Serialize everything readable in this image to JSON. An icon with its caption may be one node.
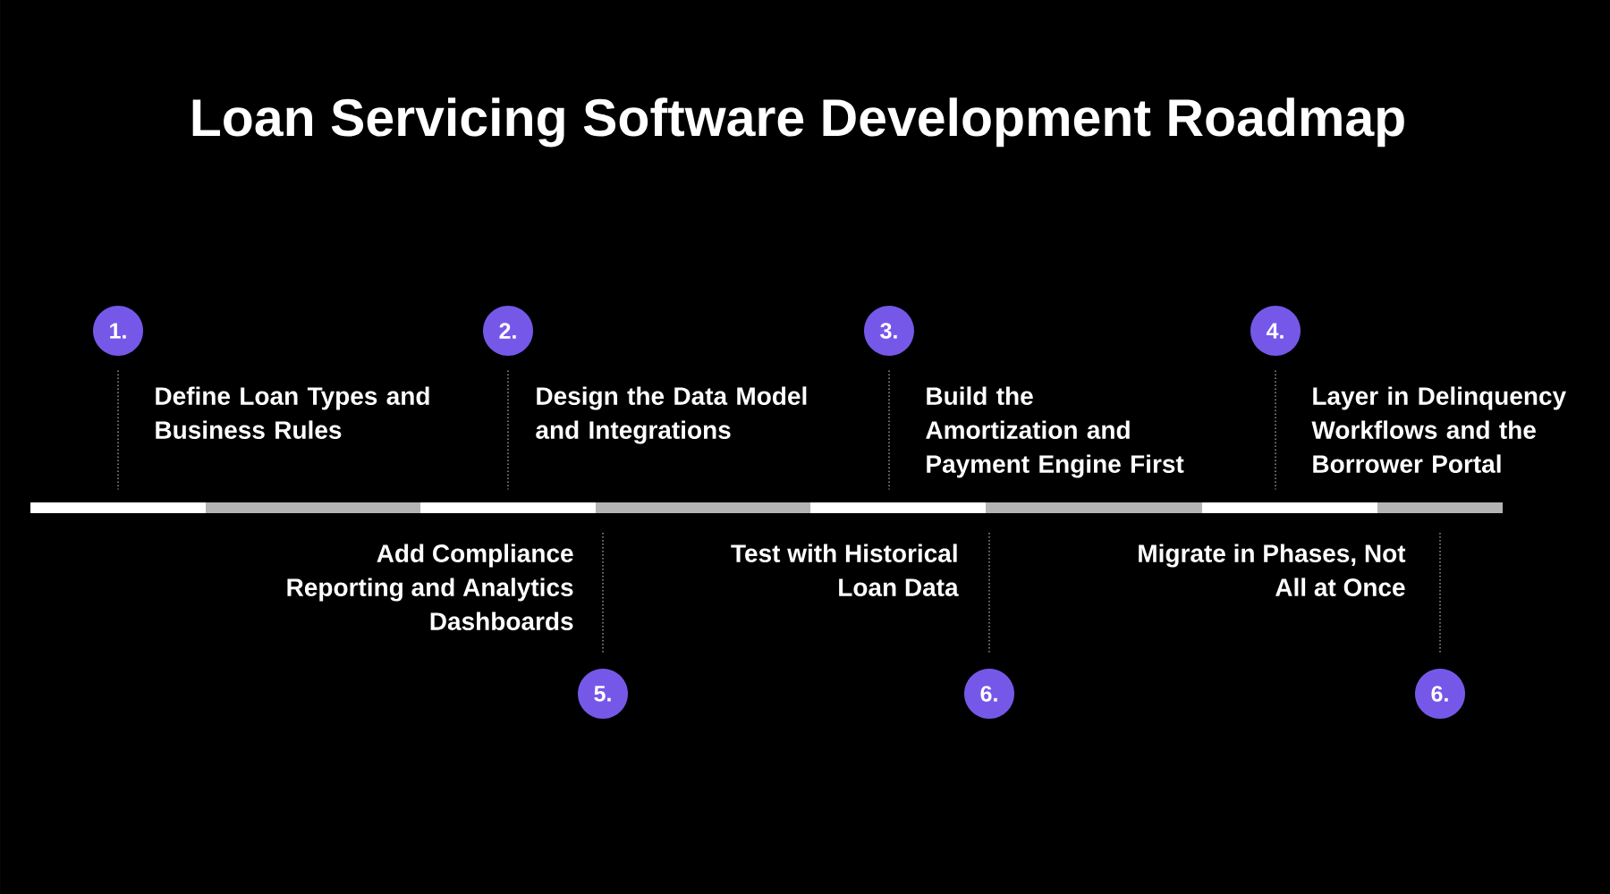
{
  "diagram": {
    "title": "Loan Servicing Software Development Roadmap",
    "nodes": [
      {
        "text": [
          "1."
        ],
        "beside": [
          "Define Loan Types and Business Rules"
        ]
      },
      {
        "text": [
          "2."
        ],
        "beside": [
          "Design the Data Model and Integrations"
        ]
      },
      {
        "text": [
          "3."
        ],
        "beside": [
          "Build the Amortization and Payment Engine First"
        ]
      },
      {
        "text": [
          "4."
        ],
        "beside": [
          "Layer in Delinquency Workflows and the Borrower Portal"
        ]
      },
      {
        "text": [],
        "shape": "bar"
      },
      {
        "text": [],
        "shape": "bar"
      },
      {
        "text": [],
        "shape": "bar"
      },
      {
        "text": [],
        "shape": "bar"
      },
      {
        "text": [],
        "shape": "bar"
      },
      {
        "text": [],
        "shape": "bar"
      },
      {
        "text": [],
        "shape": "bar"
      },
      {
        "text": [],
        "shape": "bar"
      },
      {
        "text": [
          "5."
        ]
      },
      {
        "text": [
          "6."
        ]
      },
      {
        "text": [
          "6."
        ]
      }
    ],
    "edges": [
      {
        "from": 0,
        "to": 4,
        "arrow": "none",
        "style": "dashed"
      },
      {
        "from": 1,
        "to": 6,
        "arrow": "none",
        "style": "dashed"
      },
      {
        "from": 2,
        "to": 8,
        "arrow": "none",
        "style": "dashed"
      },
      {
        "from": 3,
        "to": 10,
        "arrow": "none",
        "style": "dashed"
      },
      {
        "from": 12,
        "to": 7,
        "arrow": "none",
        "style": "dashed"
      },
      {
        "from": 13,
        "to": 9,
        "arrow": "none",
        "style": "dashed"
      },
      {
        "from": 14,
        "to": 11,
        "arrow": "none",
        "style": "dashed"
      }
    ],
    "labels": [
      "Add Compliance Reporting and Analytics Dashboards",
      "Test with Historical Loan Data",
      "Migrate in Phases, Not All at Once"
    ]
  }
}
